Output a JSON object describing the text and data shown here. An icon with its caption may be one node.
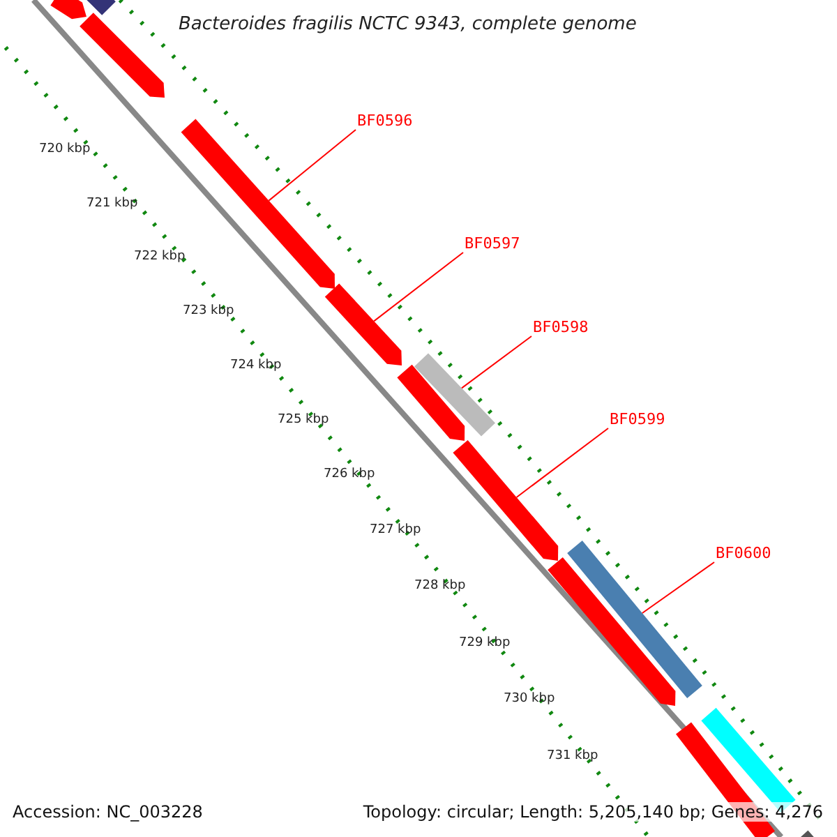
{
  "diagram": {
    "title": "Bacteroides fragilis NCTC 9343, complete genome",
    "nodes": [
      {
        "text": [
          "BF0596"
        ]
      },
      {
        "text": [
          "BF0597"
        ]
      },
      {
        "text": [
          "BF0598"
        ]
      },
      {
        "text": [
          "BF0599"
        ]
      },
      {
        "text": [
          "BF0600"
        ]
      },
      {
        "text": [],
        "shape": "arrow"
      },
      {
        "text": [],
        "shape": "bar"
      },
      {
        "text": [],
        "shape": "arrow"
      },
      {
        "text": [],
        "shape": "arrow"
      },
      {
        "text": [],
        "shape": "arrow"
      },
      {
        "text": [],
        "shape": "bar"
      },
      {
        "text": [],
        "shape": "arrow"
      },
      {
        "text": [],
        "shape": "arrow"
      },
      {
        "text": [],
        "shape": "bar"
      },
      {
        "text": [],
        "shape": "arrow"
      },
      {
        "text": [],
        "shape": "bar"
      },
      {
        "text": [],
        "shape": "bar"
      },
      {
        "text": [],
        "shape": "bar"
      }
    ],
    "edges": [
      {
        "from": 0,
        "to": 8,
        "arrow": "none"
      },
      {
        "from": 1,
        "to": 9,
        "arrow": "none"
      },
      {
        "from": 2,
        "to": 10,
        "arrow": "none"
      },
      {
        "from": 3,
        "to": 12,
        "arrow": "none"
      },
      {
        "from": 4,
        "to": 13,
        "arrow": "none"
      }
    ],
    "labels": [
      "720 kbp",
      "721 kbp",
      "722 kbp",
      "723 kbp",
      "724 kbp",
      "725 kbp",
      "726 kbp",
      "727 kbp",
      "728 kbp",
      "729 kbp",
      "730 kbp",
      "731 kbp",
      "Accession: NC_003228",
      "Topology: circular; Length: 5,205,140 bp; Genes: 4,276"
    ]
  }
}
